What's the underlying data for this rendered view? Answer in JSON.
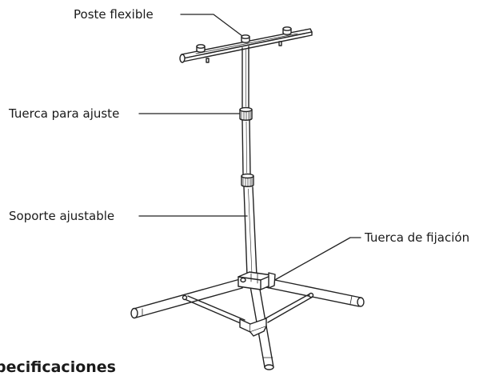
{
  "labels": {
    "flexible_post": "Poste flexible",
    "adjust_nut": "Tuerca para ajuste",
    "adjustable_support": "Soporte ajustable",
    "fixing_nut": "Tuerca de fijación"
  },
  "section_heading": "pecificaciones"
}
